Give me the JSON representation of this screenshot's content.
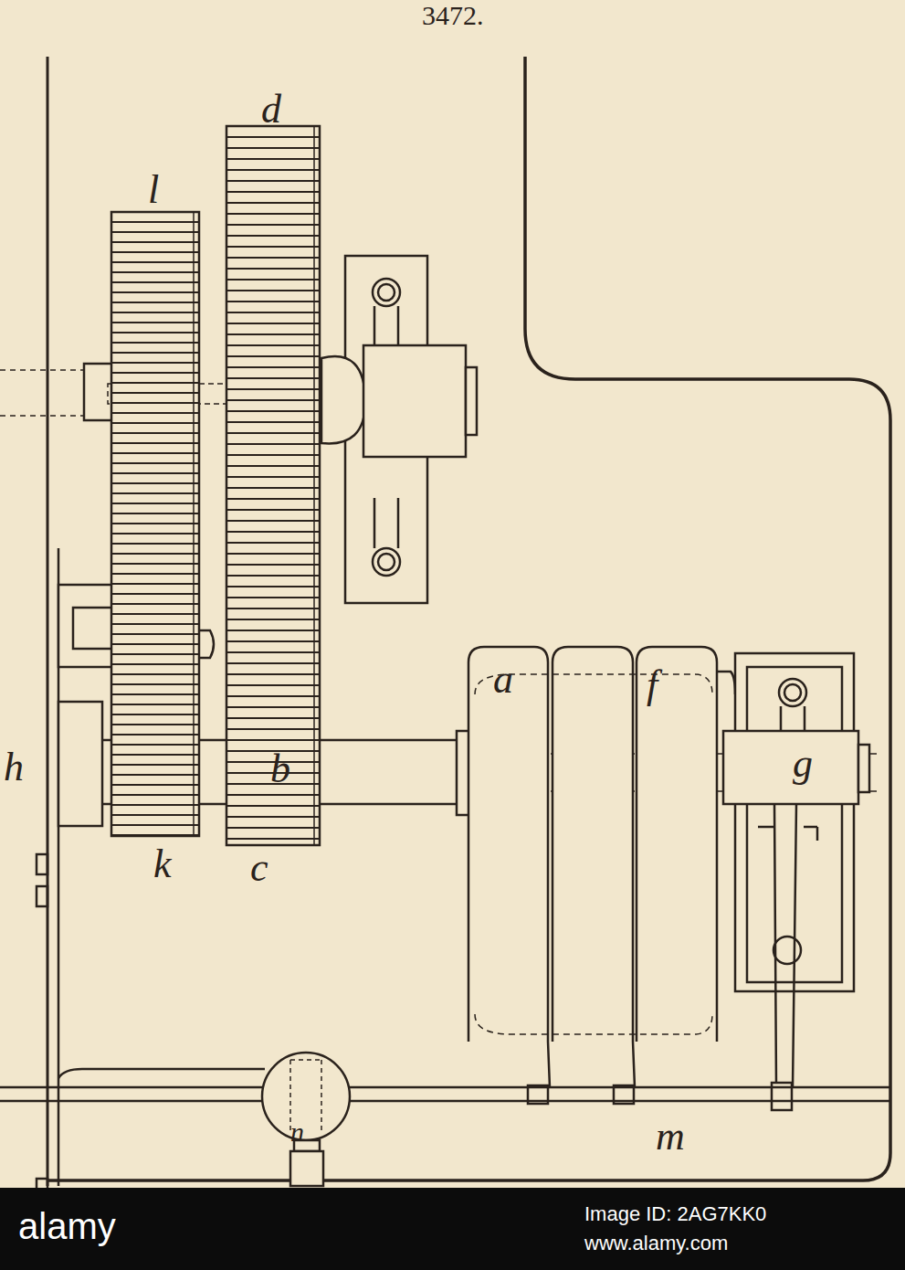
{
  "diagram": {
    "labels": [
      "3472.",
      "d",
      "l",
      "h",
      "b",
      "a",
      "f",
      "g",
      "k",
      "c",
      "n",
      "m",
      "alamy",
      "Image ID: 2AG7KK0",
      "www.alamy.com"
    ]
  }
}
